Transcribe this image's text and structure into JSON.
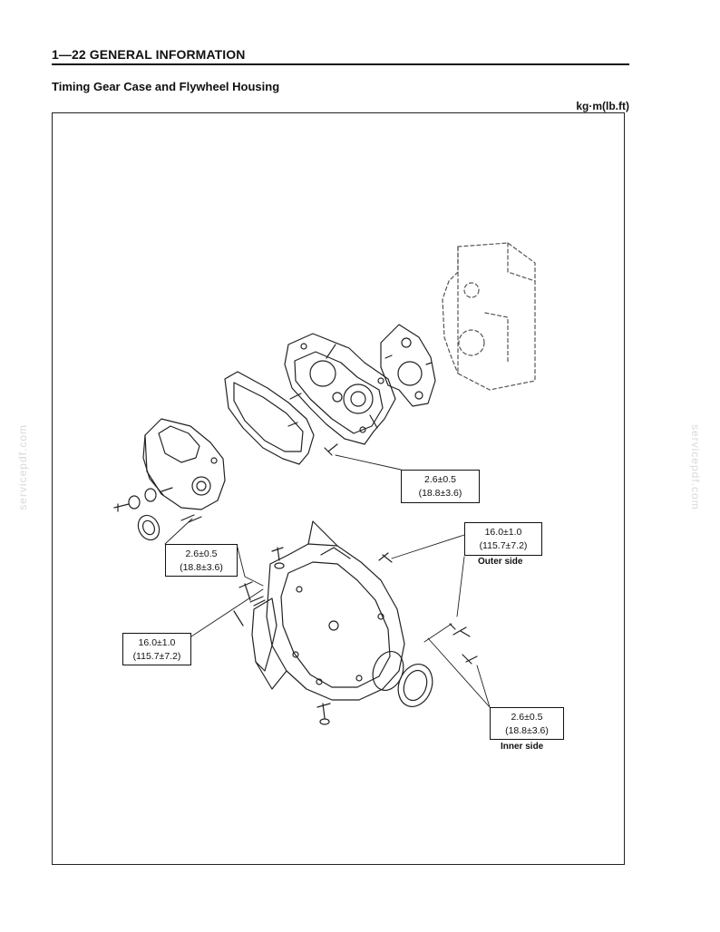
{
  "header": {
    "page_title": "1—22 GENERAL INFORMATION",
    "section_title": "Timing Gear Case and Flywheel Housing",
    "units": "kg·m(lb.ft)"
  },
  "watermark": "servicepdf.com",
  "torque_specs": [
    {
      "id": "gear-case-bolt",
      "metric": "2.6±0.5",
      "imperial": "(18.8±3.6)"
    },
    {
      "id": "front-cover-bolt",
      "metric": "2.6±0.5",
      "imperial": "(18.8±3.6)"
    },
    {
      "id": "flywheel-outer",
      "metric": "16.0±1.0",
      "imperial": "(115.7±7.2)",
      "label": "Outer side"
    },
    {
      "id": "flywheel-left",
      "metric": "16.0±1.0",
      "imperial": "(115.7±7.2)"
    },
    {
      "id": "flywheel-inner",
      "metric": "2.6±0.5",
      "imperial": "(18.8±3.6)",
      "label": "Inner side"
    }
  ]
}
